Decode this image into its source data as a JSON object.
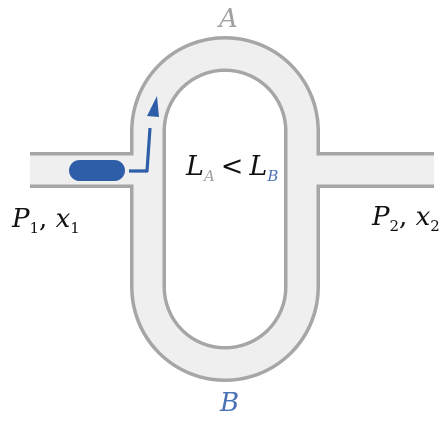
{
  "colors": {
    "channel_wall": "#a6a6a6",
    "channel_fill": "#efefef",
    "droplet": "#2f5ea8",
    "label_a": "#a0a0a0",
    "label_b": "#4a72b5",
    "text": "#111111"
  },
  "labels": {
    "branch_top": "A",
    "branch_bottom": "B",
    "inlet_var1": "P",
    "inlet_sub1": "1",
    "inlet_var2": "x",
    "inlet_sub2": "1",
    "outlet_var1": "P",
    "outlet_sub1": "2",
    "outlet_var2": "x",
    "outlet_sub2": "2",
    "separator": ", ",
    "ineq_left_var": "L",
    "ineq_left_sub": "A",
    "ineq_op": "<",
    "ineq_right_var": "L",
    "ineq_right_sub": "B"
  }
}
